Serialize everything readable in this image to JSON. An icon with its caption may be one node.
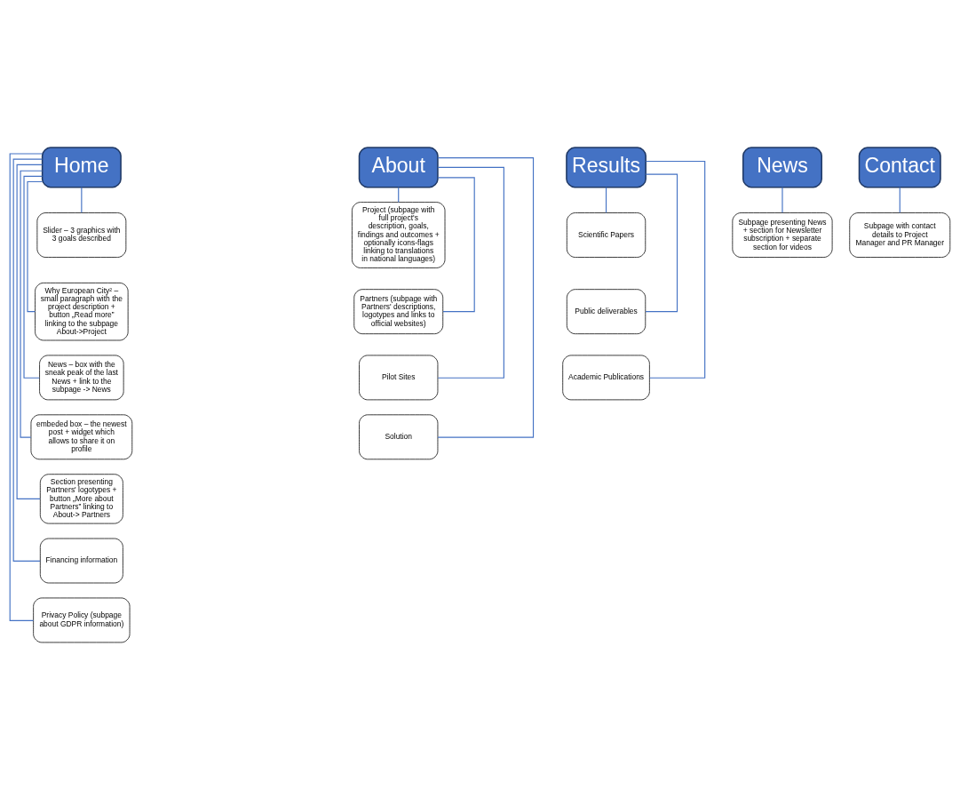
{
  "diagram": {
    "nodes": [
      {
        "text": [
          "Home"
        ]
      },
      {
        "text": [
          "Slider – 3 graphics with 3 goals described"
        ]
      },
      {
        "text": [
          "Why European City² – small paragraph with the project description + button „Read more” linking to the subpage About->Project"
        ]
      },
      {
        "text": [
          "News – box with the sneak peak of the last News + link to the subpage -> News"
        ]
      },
      {
        "text": [
          "embeded box – the newest post + widget which allows to share it on profile"
        ]
      },
      {
        "text": [
          "Section presenting Partners' logotypes + button „More about Partners” linking to About-> Partners"
        ]
      },
      {
        "text": [
          "Financing information"
        ]
      },
      {
        "text": [
          "Privacy Policy (subpage about GDPR information)"
        ]
      },
      {
        "text": [
          "About"
        ]
      },
      {
        "text": [
          "Project (subpage with full project's description, goals, findings and outcomes + optionally icons-flags linking to translations in national languages)"
        ]
      },
      {
        "text": [
          "Partners (subpage with Partners' descriptions, logotypes and links to official websites)"
        ]
      },
      {
        "text": [
          "Pilot Sites"
        ]
      },
      {
        "text": [
          "Solution"
        ]
      },
      {
        "text": [
          "Results"
        ]
      },
      {
        "text": [
          "Scientific Papers"
        ]
      },
      {
        "text": [
          "Public deliverables"
        ]
      },
      {
        "text": [
          "Academic Publications"
        ]
      },
      {
        "text": [
          "News"
        ]
      },
      {
        "text": [
          "Subpage presenting News + section for Newsletter subscription + separate section for videos"
        ]
      },
      {
        "text": [
          "Contact"
        ]
      },
      {
        "text": [
          "Subpage with contact details to Project Manager and PR Manager"
        ]
      }
    ],
    "edges": [
      {
        "from": 0,
        "to": 1,
        "arrow": "none"
      },
      {
        "from": 0,
        "to": 2,
        "arrow": "none"
      },
      {
        "from": 0,
        "to": 3,
        "arrow": "none"
      },
      {
        "from": 0,
        "to": 4,
        "arrow": "none"
      },
      {
        "from": 0,
        "to": 5,
        "arrow": "none"
      },
      {
        "from": 0,
        "to": 6,
        "arrow": "none"
      },
      {
        "from": 0,
        "to": 7,
        "arrow": "none"
      },
      {
        "from": 8,
        "to": 9,
        "arrow": "none"
      },
      {
        "from": 8,
        "to": 10,
        "arrow": "none"
      },
      {
        "from": 8,
        "to": 11,
        "arrow": "none"
      },
      {
        "from": 8,
        "to": 12,
        "arrow": "none"
      },
      {
        "from": 13,
        "to": 14,
        "arrow": "none"
      },
      {
        "from": 13,
        "to": 15,
        "arrow": "none"
      },
      {
        "from": 13,
        "to": 16,
        "arrow": "none"
      },
      {
        "from": 17,
        "to": 18,
        "arrow": "none"
      },
      {
        "from": 19,
        "to": 20,
        "arrow": "none"
      }
    ]
  }
}
